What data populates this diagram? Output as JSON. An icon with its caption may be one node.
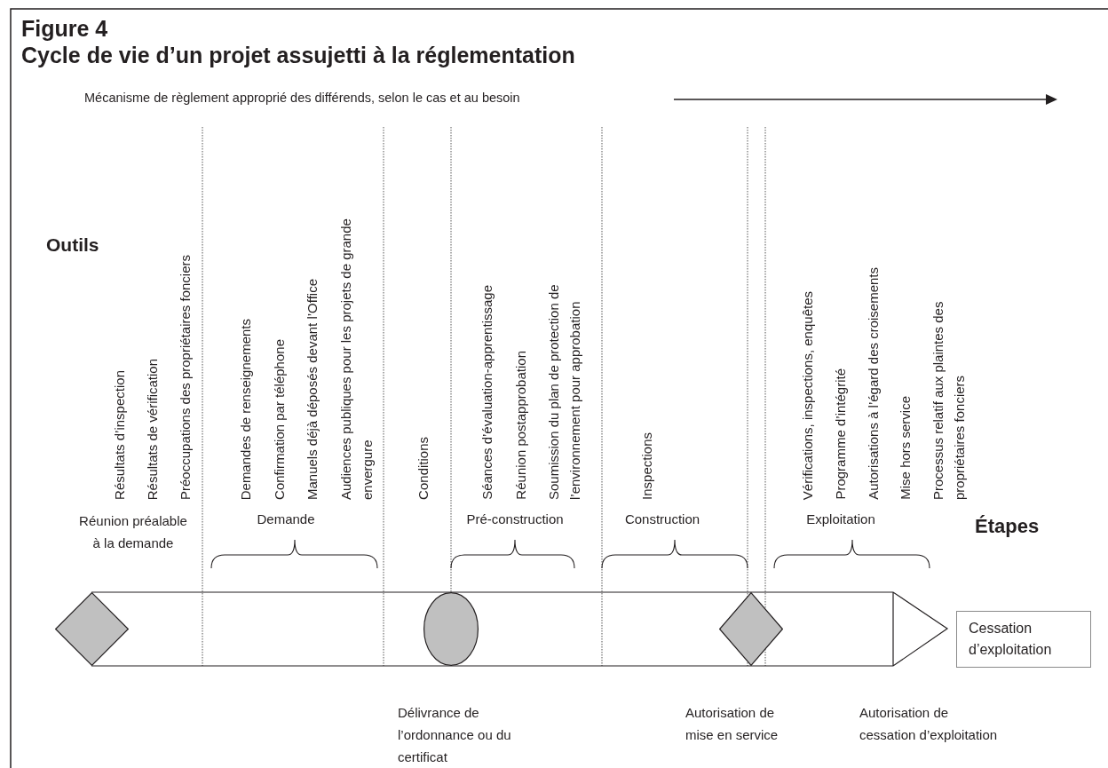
{
  "diagram": {
    "title": "Cycle de vie d’un projet assujetti à la réglementation",
    "nodes": [
      {
        "text": [],
        "shape": "diamond"
      },
      {
        "text": [],
        "shape": "circle",
        "beside": [
          "Délivrance de l’ordonnance ou du certificat"
        ]
      },
      {
        "text": [],
        "shape": "diamond",
        "beside": [
          "Autorisation de mise en service"
        ]
      },
      {
        "text": [
          "Cessation d’exploitation"
        ]
      }
    ],
    "labels": [
      "Figure 4",
      "Mécanisme de règlement approprié des différends, selon le cas et au besoin",
      "Outils",
      "Résultats d’inspection",
      "Résultats de vérification",
      "Préoccupations des propriétaires fonciers",
      "Demandes de renseignements",
      "Confirmation par téléphone",
      "Manuels déjà déposés devant l’Office",
      "Audiences publiques pour les projets de grande envergure",
      "Conditions",
      "Séances d’évaluation-apprentissage",
      "Réunion postapprobation",
      "Soumission du plan de protection de l’environnement pour approbation",
      "Inspections",
      "Vérifications, inspections, enquêtes",
      "Programme d’intégrité",
      "Autorisations à l’égard des croisements",
      "Mise hors service",
      "Processus relatif aux plaintes des propriétaires fonciers",
      "Réunion préalable à la demande",
      "Demande",
      "Pré-construction",
      "Construction",
      "Exploitation",
      "Étapes",
      "Autorisation de cessation d’exploitation"
    ]
  }
}
